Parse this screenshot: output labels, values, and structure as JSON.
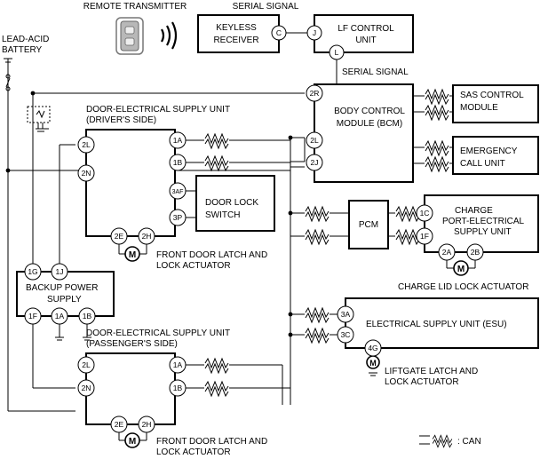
{
  "labels": {
    "remote": "REMOTE TRANSMITTER",
    "serial_top": "SERIAL SIGNAL",
    "battery_1": "LEAD-ACID",
    "battery_2": "BATTERY",
    "keyless_1": "KEYLESS",
    "keyless_2": "RECEIVER",
    "lf_1": "LF CONTROL",
    "lf_2": "UNIT",
    "serial_mid": "SERIAL SIGNAL",
    "drv_unit_1": "DOOR-ELECTRICAL SUPPLY UNIT",
    "drv_unit_2": "(DRIVER'S SIDE)",
    "bcm_1": "BODY CONTROL",
    "bcm_2": "MODULE (BCM)",
    "sas_1": "SAS CONTROL",
    "sas_2": "MODULE",
    "ecall_1": "EMERGENCY",
    "ecall_2": "CALL UNIT",
    "dls_1": "DOOR LOCK",
    "dls_2": "SWITCH",
    "pcm": "PCM",
    "charge_1": "CHARGE",
    "charge_2": "PORT-ELECTRICAL",
    "charge_3": "SUPPLY UNIT",
    "fdl1_1": "FRONT DOOR LATCH AND",
    "fdl1_2": "LOCK ACTUATOR",
    "backup_1": "BACKUP POWER",
    "backup_2": "SUPPLY",
    "charge_lid": "CHARGE LID LOCK ACTUATOR",
    "esu": "ELECTRICAL SUPPLY UNIT (ESU)",
    "pass_unit_1": "DOOR-ELECTRICAL SUPPLY UNIT",
    "pass_unit_2": "(PASSENGER'S SIDE)",
    "liftgate_1": "LIFTGATE LATCH AND",
    "liftgate_2": "LOCK ACTUATOR",
    "fdl2_1": "FRONT DOOR LATCH AND",
    "fdl2_2": "LOCK ACTUATOR",
    "legend": ": CAN"
  },
  "pins": {
    "kr_c": "C",
    "lf_j": "J",
    "lf_l": "L",
    "bcm_2r": "2R",
    "bcm_2l": "2L",
    "bcm_2j": "2J",
    "d_2l": "2L",
    "d_2n": "2N",
    "d_1a": "1A",
    "d_1b": "1B",
    "d_3af": "3AF",
    "d_3p": "3P",
    "d_2e": "2E",
    "d_2h": "2H",
    "cp_1c": "1C",
    "cp_1f": "1F",
    "cp_2a": "2A",
    "cp_2b": "2B",
    "bp_1g": "1G",
    "bp_1j": "1J",
    "bp_1f": "1F",
    "bp_1a": "1A",
    "bp_1b": "1B",
    "esu_3a": "3A",
    "esu_3c": "3C",
    "esu_4g": "4G",
    "p_2l": "2L",
    "p_2n": "2N",
    "p_1a": "1A",
    "p_1b": "1B",
    "p_2e": "2E",
    "p_2h": "2H"
  },
  "motor_symbol": "M"
}
